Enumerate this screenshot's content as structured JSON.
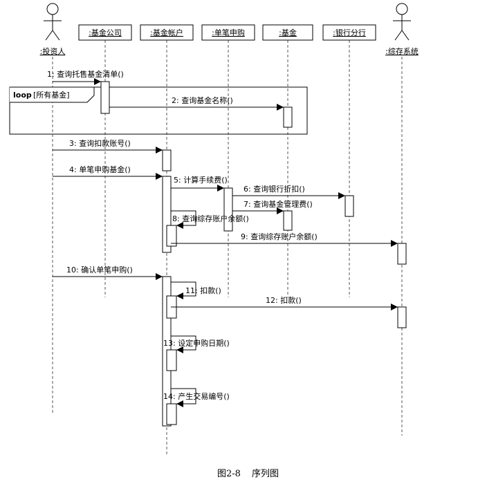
{
  "lifelines": [
    {
      "id": "investor",
      "kind": "actor",
      "label": ":投资人"
    },
    {
      "id": "company",
      "kind": "object",
      "label": ":基金公司"
    },
    {
      "id": "account",
      "kind": "object",
      "label": ":基金帐户"
    },
    {
      "id": "purchase",
      "kind": "object",
      "label": ":单笔申购"
    },
    {
      "id": "fund",
      "kind": "object",
      "label": ":基金"
    },
    {
      "id": "bank",
      "kind": "object",
      "label": ":银行分行"
    },
    {
      "id": "system",
      "kind": "actor",
      "label": ":综存系统"
    }
  ],
  "loop": {
    "keyword": "loop",
    "guard": "[所有基金]"
  },
  "messages": [
    {
      "num": "1",
      "text": "查询托售基金清单()"
    },
    {
      "num": "2",
      "text": "查询基金名称()"
    },
    {
      "num": "3",
      "text": "查询扣款账号()"
    },
    {
      "num": "4",
      "text": "单笔申购基金()"
    },
    {
      "num": "5",
      "text": "计算手续费()"
    },
    {
      "num": "6",
      "text": "查询银行折扣()"
    },
    {
      "num": "7",
      "text": "查询基金管理费()"
    },
    {
      "num": "8",
      "text": "查询综存账户余额()"
    },
    {
      "num": "9",
      "text": "查询综存账户余额()"
    },
    {
      "num": "10",
      "text": "确认单笔申购()"
    },
    {
      "num": "11",
      "text": "扣款()"
    },
    {
      "num": "12",
      "text": "扣款()"
    },
    {
      "num": "13",
      "text": "设定申购日期()"
    },
    {
      "num": "14",
      "text": "产生交易编号()"
    }
  ],
  "caption": {
    "figure": "图2-8",
    "title": "序列图"
  }
}
